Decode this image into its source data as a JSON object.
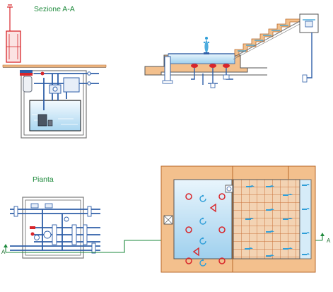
{
  "section_title": "Sezione A-A",
  "plan_title": "Pianta",
  "section_marker_left": "A",
  "section_marker_right": "A",
  "colors": {
    "accent_green": "#1e8a3c",
    "pipe_blue": "#2f5fa8",
    "water_light": "#d6ecf8",
    "deck_orange": "#f3c08d",
    "fitting_red": "#d8262b"
  }
}
